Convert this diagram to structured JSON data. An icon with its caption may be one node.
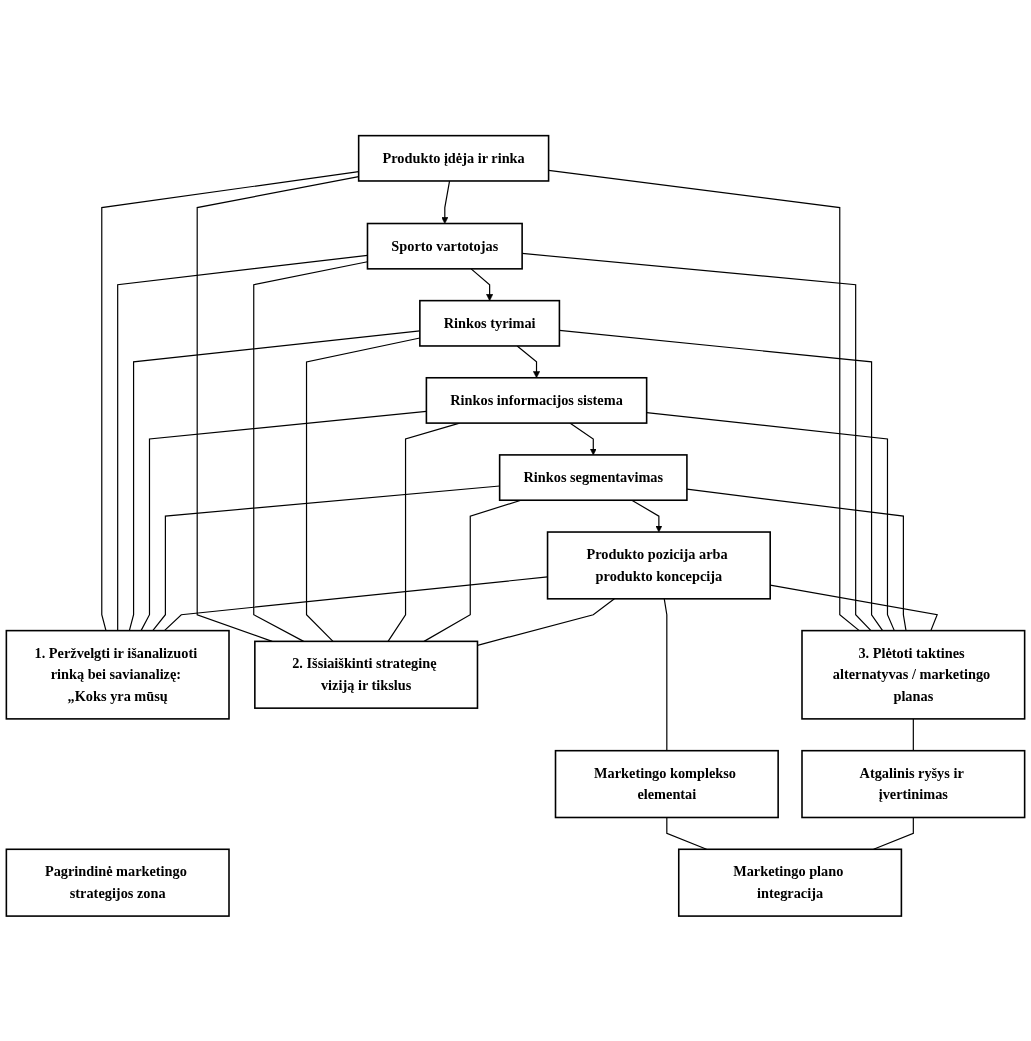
{
  "diagram": {
    "nodes": [
      {
        "text": [
          "Pagrindinė marketingo strategijos zona"
        ]
      },
      {
        "text": [
          "Produkto įdėja ir rinka"
        ]
      },
      {
        "text": [
          "Sporto vartotojas"
        ]
      },
      {
        "text": [
          "Rinkos tyrimai"
        ]
      },
      {
        "text": [
          "Rinkos informacijos sistema"
        ]
      },
      {
        "text": [
          "Rinkos segmentavimas"
        ]
      },
      {
        "text": [
          "Produkto pozicija arba produkto koncepcija"
        ]
      },
      {
        "text": [
          "1. Peržvelgti ir išanalizuoti rinką bei savianalizę: „Koks yra mūsų"
        ]
      },
      {
        "text": [
          "2. Išsiaiškinti strateginę viziją ir tikslus"
        ]
      },
      {
        "text": [
          "3. Plėtoti taktines alternatyvas / marketingo planas"
        ]
      },
      {
        "text": [
          "Marketingo komplekso elementai"
        ]
      },
      {
        "text": [
          "Atgalinis ryšys ir įvertinimas"
        ]
      },
      {
        "text": [
          "Marketingo plano integracija"
        ]
      }
    ],
    "edges": [
      {
        "from": 1,
        "to": 2,
        "arrow": "to"
      },
      {
        "from": 2,
        "to": 3,
        "arrow": "to"
      },
      {
        "from": 3,
        "to": 4,
        "arrow": "to"
      },
      {
        "from": 4,
        "to": 5,
        "arrow": "to"
      },
      {
        "from": 5,
        "to": 6,
        "arrow": "to"
      },
      {
        "from": 1,
        "to": 7,
        "arrow": "none"
      },
      {
        "from": 2,
        "to": 7,
        "arrow": "none"
      },
      {
        "from": 3,
        "to": 7,
        "arrow": "none"
      },
      {
        "from": 4,
        "to": 7,
        "arrow": "none"
      },
      {
        "from": 5,
        "to": 7,
        "arrow": "none"
      },
      {
        "from": 6,
        "to": 7,
        "arrow": "none"
      },
      {
        "from": 1,
        "to": 8,
        "arrow": "none"
      },
      {
        "from": 2,
        "to": 8,
        "arrow": "none"
      },
      {
        "from": 3,
        "to": 8,
        "arrow": "none"
      },
      {
        "from": 4,
        "to": 8,
        "arrow": "none"
      },
      {
        "from": 5,
        "to": 8,
        "arrow": "none"
      },
      {
        "from": 6,
        "to": 8,
        "arrow": "none"
      },
      {
        "from": 1,
        "to": 9,
        "arrow": "none"
      },
      {
        "from": 2,
        "to": 9,
        "arrow": "none"
      },
      {
        "from": 3,
        "to": 9,
        "arrow": "none"
      },
      {
        "from": 4,
        "to": 9,
        "arrow": "none"
      },
      {
        "from": 5,
        "to": 9,
        "arrow": "none"
      },
      {
        "from": 6,
        "to": 9,
        "arrow": "none"
      },
      {
        "from": 6,
        "to": 10,
        "arrow": "none"
      },
      {
        "from": 10,
        "to": 12,
        "arrow": "none"
      },
      {
        "from": 9,
        "to": 11,
        "arrow": "none"
      },
      {
        "from": 11,
        "to": 12,
        "arrow": "none"
      }
    ]
  }
}
